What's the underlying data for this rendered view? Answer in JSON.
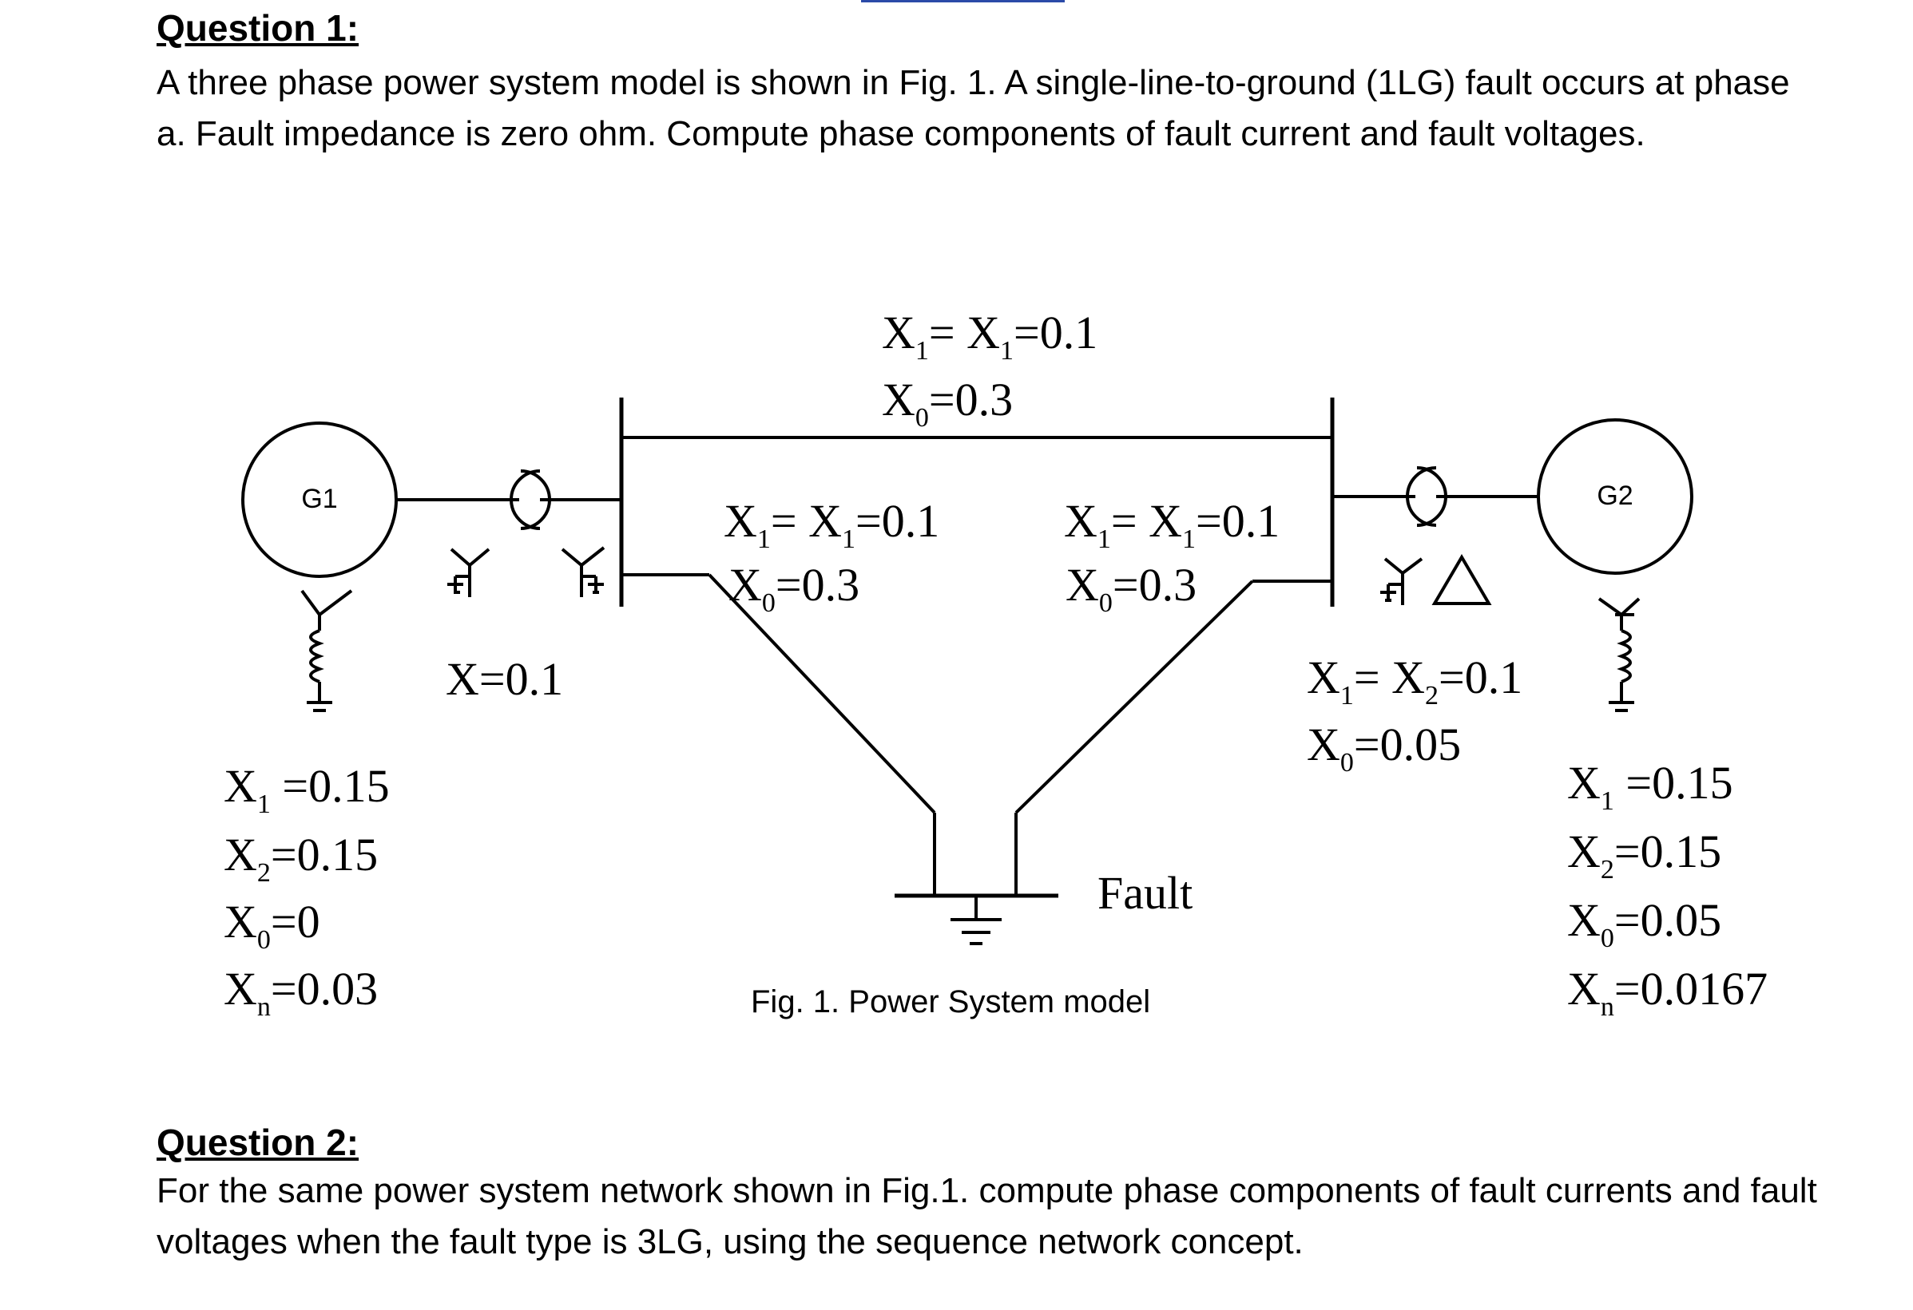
{
  "question1": {
    "heading": "Question 1:",
    "body": "A three phase power system model is shown in Fig. 1. A single-line-to-ground (1LG) fault occurs at phase a. Fault impedance is zero ohm. Compute phase components of fault current and fault voltages."
  },
  "question2": {
    "heading": "Question 2:",
    "body": "For the same power system network shown in Fig.1. compute phase components of fault currents and fault voltages when the fault type is 3LG, using the sequence network concept."
  },
  "figure": {
    "caption": "Fig. 1. Power System model",
    "generator1": {
      "label": "G1",
      "params": [
        {
          "sym": "X",
          "sub": "1",
          "val": " =0.15"
        },
        {
          "sym": "X",
          "sub": "2",
          "val": "=0.15"
        },
        {
          "sym": "X",
          "sub": "0",
          "val": "=0"
        },
        {
          "sym": "X",
          "sub": "n",
          "val": "=0.03"
        }
      ]
    },
    "generator2": {
      "label": "G2",
      "params": [
        {
          "sym": "X",
          "sub": "1",
          "val": " =0.15"
        },
        {
          "sym": "X",
          "sub": "2",
          "val": "=0.15"
        },
        {
          "sym": "X",
          "sub": "0",
          "val": "=0.05"
        },
        {
          "sym": "X",
          "sub": "n",
          "val": "=0.0167"
        }
      ]
    },
    "transformer1": {
      "value": "X=0.1"
    },
    "transformer2": {
      "line1": {
        "a": "X",
        "a_sub": "1",
        "mid": "= X",
        "b_sub": "2",
        "val": "=0.1"
      },
      "line2": {
        "a": "X",
        "a_sub": "0",
        "val": "=0.05"
      }
    },
    "line_top": {
      "line1": {
        "a": "X",
        "a_sub": "1",
        "mid": "= X",
        "b_sub": "1",
        "val": "=0.1"
      },
      "line2": {
        "a": "X",
        "a_sub": "0",
        "val": "=0.3"
      }
    },
    "line_left": {
      "line1": {
        "a": "X",
        "a_sub": "1",
        "mid": "= X",
        "b_sub": "1",
        "val": "=0.1"
      },
      "line2": {
        "a": "X",
        "a_sub": "0",
        "val": "=0.3"
      }
    },
    "line_right": {
      "line1": {
        "a": "X",
        "a_sub": "1",
        "mid": "= X",
        "b_sub": "1",
        "val": "=0.1"
      },
      "line2": {
        "a": "X",
        "a_sub": "0",
        "val": "=0.3"
      }
    },
    "fault_label": "Fault",
    "fault_color": "#d23a2e"
  }
}
